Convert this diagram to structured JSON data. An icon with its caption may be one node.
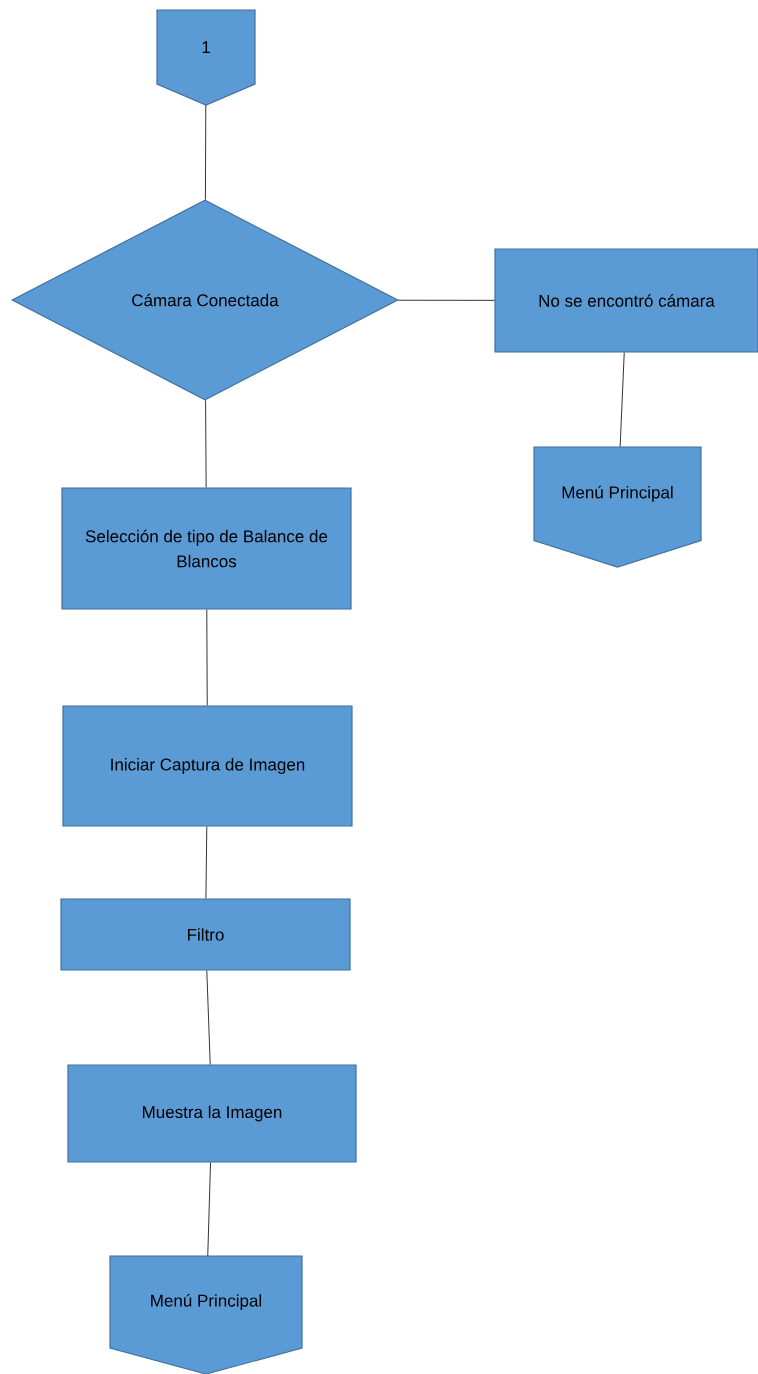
{
  "diagram": {
    "nodes": [
      {
        "text": [
          "1"
        ]
      },
      {
        "text": [
          "Cámara Conectada"
        ]
      },
      {
        "text": [
          "No se encontró cámara"
        ]
      },
      {
        "text": [
          "Menú Principal"
        ]
      },
      {
        "text": [
          "Selección de tipo de Balance de Blancos"
        ]
      },
      {
        "text": [
          "Iniciar Captura de Imagen"
        ]
      },
      {
        "text": [
          "Filtro"
        ]
      },
      {
        "text": [
          "Muestra la Imagen"
        ]
      },
      {
        "text": [
          "Menú Principal"
        ]
      }
    ],
    "edges": [
      {
        "from": 0,
        "to": 1,
        "arrow": "none"
      },
      {
        "from": 1,
        "to": 2,
        "arrow": "none"
      },
      {
        "from": 2,
        "to": 3,
        "arrow": "none"
      },
      {
        "from": 1,
        "to": 4,
        "arrow": "none"
      },
      {
        "from": 4,
        "to": 5,
        "arrow": "none"
      },
      {
        "from": 5,
        "to": 6,
        "arrow": "none"
      },
      {
        "from": 6,
        "to": 7,
        "arrow": "none"
      },
      {
        "from": 7,
        "to": 8,
        "arrow": "none"
      }
    ]
  }
}
